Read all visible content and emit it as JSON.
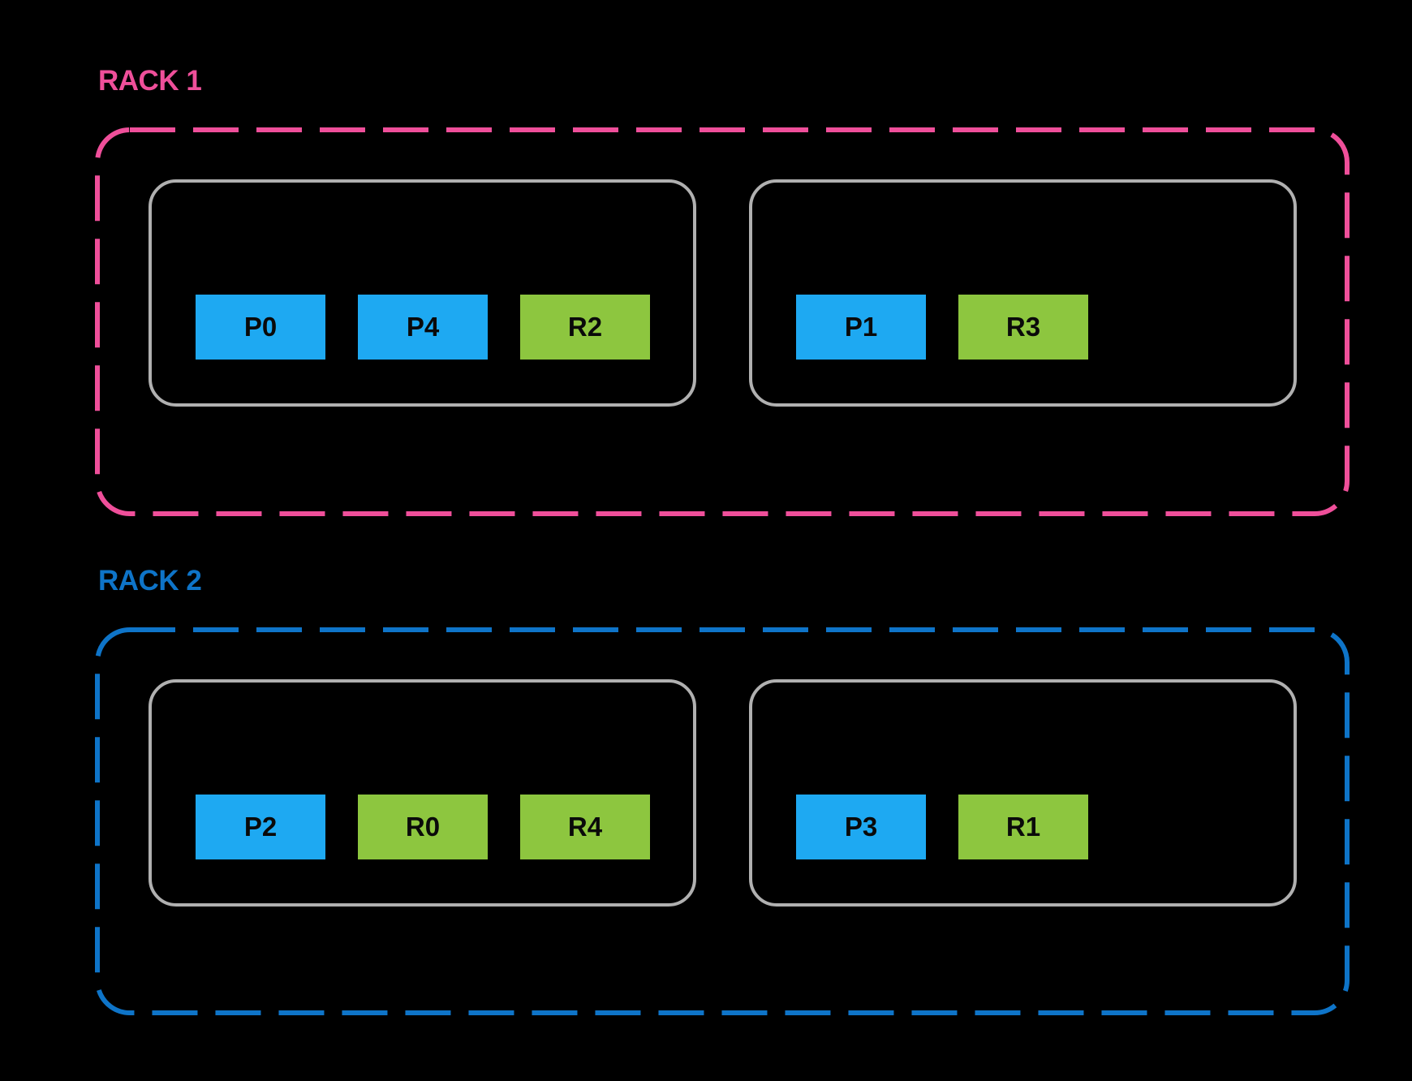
{
  "colors": {
    "background": "#000000",
    "rack1_accent": "#ef4f9a",
    "rack2_accent": "#0e74c8",
    "server_border": "#b0b0b0",
    "blue_box": "#1ea9f2",
    "green_box": "#8dc63f",
    "box_text": "#0a0a0a"
  },
  "racks": [
    {
      "label": "RACK 1",
      "servers": [
        {
          "slots": [
            {
              "label": "P0",
              "color": "blue"
            },
            {
              "label": "P4",
              "color": "blue"
            },
            {
              "label": "R2",
              "color": "green"
            }
          ]
        },
        {
          "slots": [
            {
              "label": "P1",
              "color": "blue"
            },
            {
              "label": "R3",
              "color": "green"
            }
          ]
        }
      ]
    },
    {
      "label": "RACK 2",
      "servers": [
        {
          "slots": [
            {
              "label": "P2",
              "color": "blue"
            },
            {
              "label": "R0",
              "color": "green"
            },
            {
              "label": "R4",
              "color": "green"
            }
          ]
        },
        {
          "slots": [
            {
              "label": "P3",
              "color": "blue"
            },
            {
              "label": "R1",
              "color": "green"
            }
          ]
        }
      ]
    }
  ]
}
